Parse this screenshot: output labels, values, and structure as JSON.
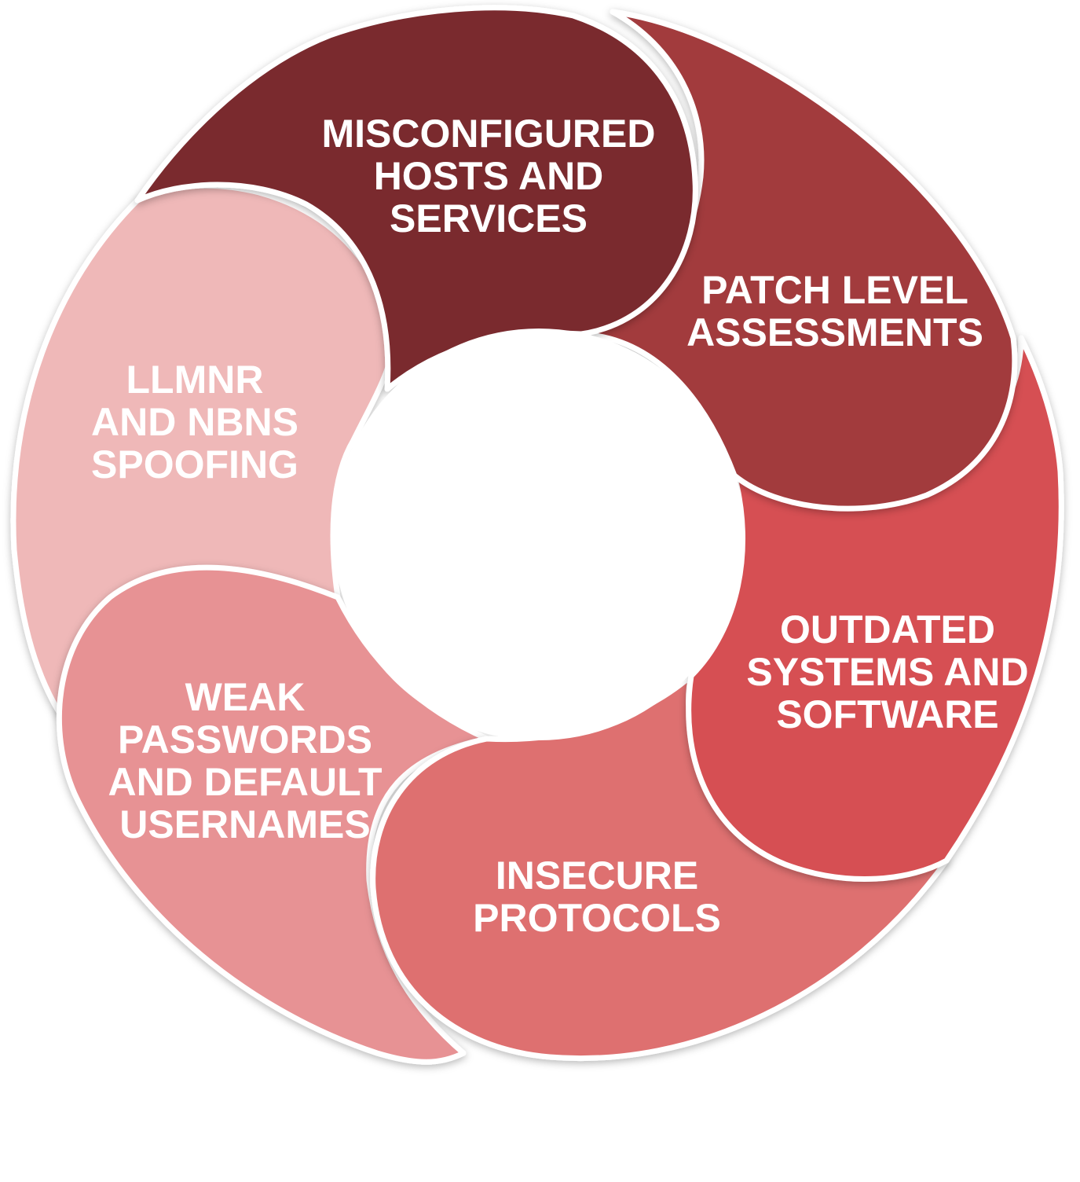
{
  "segments": [
    {
      "id": "misconfigured",
      "name": "misconfigured-hosts-segment",
      "color": "#7a2a2f",
      "lines": [
        "MISCONFIGURED",
        "HOSTS AND",
        "SERVICES"
      ]
    },
    {
      "id": "patch",
      "name": "patch-level-segment",
      "color": "#a23a3d",
      "lines": [
        "PATCH LEVEL",
        "ASSESSMENTS"
      ]
    },
    {
      "id": "outdated",
      "name": "outdated-systems-segment",
      "color": "#d64f53",
      "lines": [
        "OUTDATED",
        "SYSTEMS AND",
        "SOFTWARE"
      ]
    },
    {
      "id": "insecure",
      "name": "insecure-protocols-segment",
      "color": "#de7070",
      "lines": [
        "INSECURE",
        "PROTOCOLS"
      ]
    },
    {
      "id": "weak",
      "name": "weak-passwords-segment",
      "color": "#e79294",
      "lines": [
        "WEAK",
        "PASSWORDS",
        "AND DEFAULT",
        "USERNAMES"
      ]
    },
    {
      "id": "llmnr",
      "name": "llmnr-nbns-segment",
      "color": "#efb8b8",
      "lines": [
        "LLMNR",
        "AND NBNS",
        "SPOOFING"
      ]
    }
  ]
}
